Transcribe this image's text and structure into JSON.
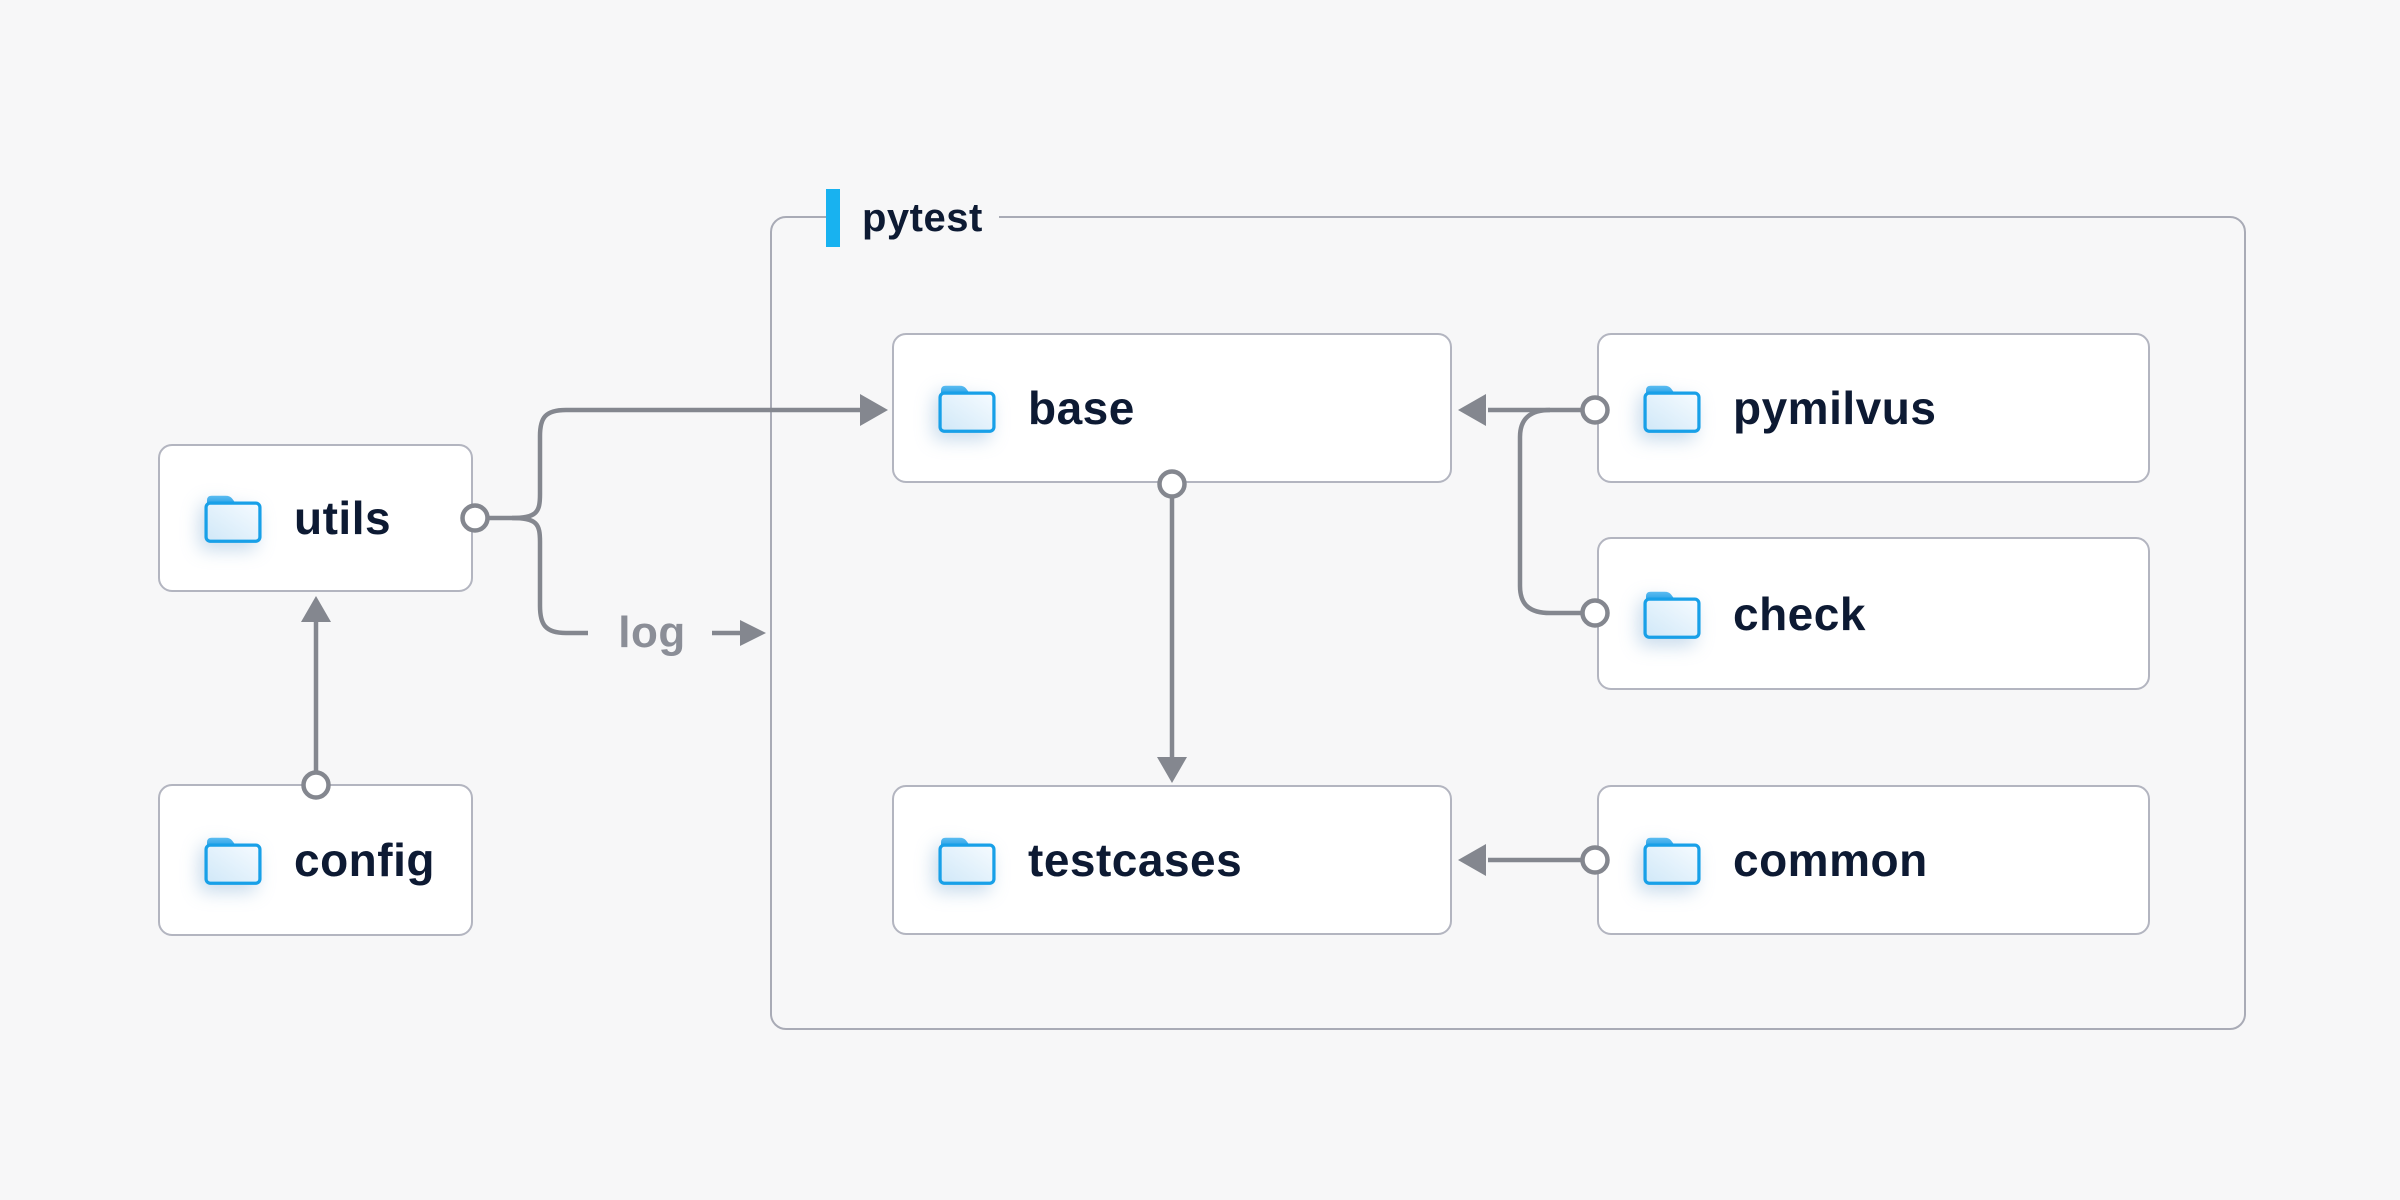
{
  "diagram": {
    "group": {
      "label": "pytest"
    },
    "nodes": [
      {
        "id": "utils",
        "label": "utils",
        "icon": "folder-icon"
      },
      {
        "id": "config",
        "label": "config",
        "icon": "folder-icon"
      },
      {
        "id": "base",
        "label": "base",
        "icon": "folder-icon"
      },
      {
        "id": "pymilvus",
        "label": "pymilvus",
        "icon": "folder-icon"
      },
      {
        "id": "check",
        "label": "check",
        "icon": "folder-icon"
      },
      {
        "id": "testcases",
        "label": "testcases",
        "icon": "folder-icon"
      },
      {
        "id": "common",
        "label": "common",
        "icon": "folder-icon"
      }
    ],
    "edge_label": "log",
    "edges": [
      {
        "from": "config",
        "to": "utils"
      },
      {
        "from": "utils",
        "to": "base"
      },
      {
        "from": "utils",
        "to": "pytest-group",
        "label": "log"
      },
      {
        "from": "pymilvus",
        "to": "base"
      },
      {
        "from": "check",
        "to": "base"
      },
      {
        "from": "base",
        "to": "testcases"
      },
      {
        "from": "common",
        "to": "testcases"
      }
    ],
    "colors": {
      "background": "#f7f7f8",
      "node_fill": "#ffffff",
      "node_border": "#b3b5c0",
      "group_border": "#a9abb6",
      "connector": "#84878f",
      "node_text": "#0d1a33",
      "muted_text": "#8b8e97",
      "accent": "#18b2f0",
      "folder_blue": "#18a0e8"
    }
  }
}
